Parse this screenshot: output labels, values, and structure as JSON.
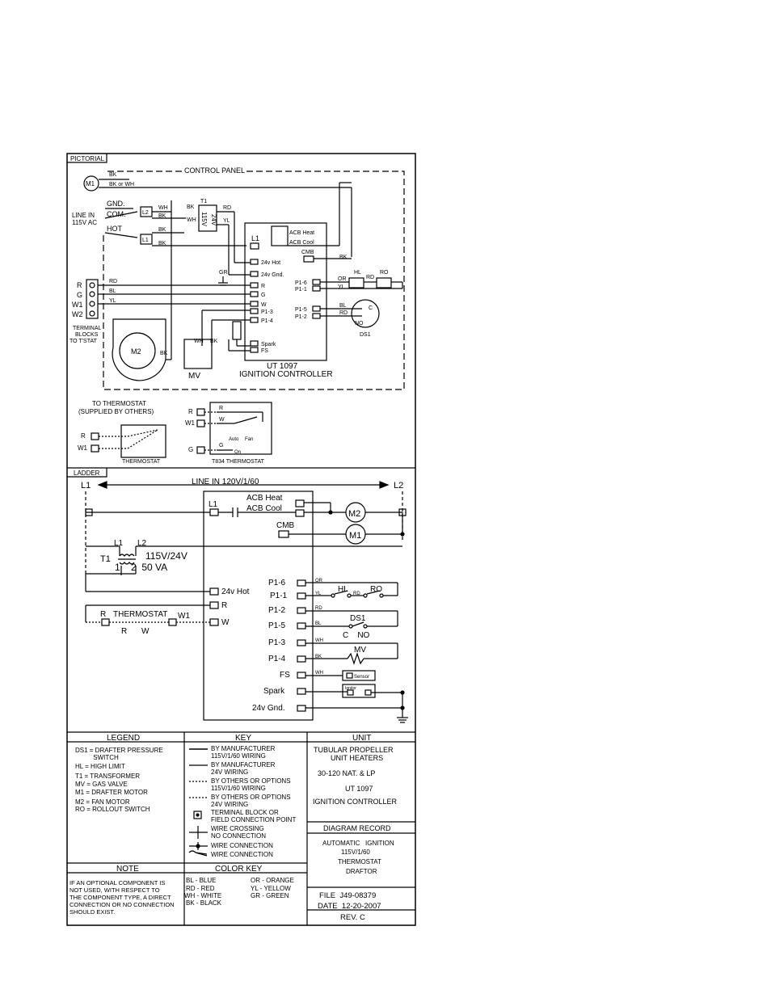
{
  "pictorial": {
    "section_label": "PICTORIAL",
    "control_panel": "CONTROL PANEL",
    "m1": "M1",
    "wire_bk": "BK",
    "wire_bk_or_wh": "BK or WH",
    "wire_wh": "WH",
    "wire_rd": "RD",
    "wire_yl": "YL",
    "wire_bl": "BL",
    "wire_or": "OR",
    "wire_gr": "GR",
    "gnd": "GND.",
    "com": "COM.",
    "hot": "HOT",
    "line_in_1": "LINE IN",
    "line_in_2": "115V AC",
    "l2": "L2",
    "l1": "L1",
    "t1": "T1",
    "v24": "24V",
    "v115": "115V",
    "tb_r": "R",
    "tb_g": "G",
    "tb_w1": "W1",
    "tb_w2": "W2",
    "terminal_1": "TERMINAL",
    "terminal_2": "BLOCKS",
    "terminal_3": "TO T'STAT",
    "m2": "M2",
    "mv": "MV",
    "ctrl_l1": "L1",
    "acb_heat": "ACB Heat",
    "acb_cool": "ACB Cool",
    "cmb": "CMB",
    "hot24": "24v Hot",
    "gnd24": "24v Gnd.",
    "pin_r": "R",
    "pin_g": "G",
    "pin_w": "W",
    "pin_p13": "P1-3",
    "pin_p14": "P1-4",
    "pin_spark": "Spark",
    "pin_fs": "FS",
    "pin_p16": "P1-6",
    "pin_p11": "P1-1",
    "pin_p15": "P1-5",
    "pin_p12": "P1-2",
    "hl": "HL",
    "ro": "RO",
    "ds1": "DS1",
    "c": "C",
    "no": "NO",
    "ut_title": "UT 1097",
    "ut_sub": "IGNITION CONTROLLER",
    "to_thermostat_1": "TO THERMOSTAT",
    "to_thermostat_2": "(SUPPLIED BY OTHERS)",
    "th_r": "R",
    "th_w1": "W1",
    "thermostat": "THERMOSTAT",
    "t834_r": "R",
    "t834_w1": "W1",
    "t834_g": "G",
    "t834_w": "W",
    "t834_auto": "Auto",
    "t834_fan": "Fan",
    "t834_on": "On",
    "t834_g2": "G",
    "t834": "T834 THERMOSTAT"
  },
  "ladder": {
    "section_label": "LADDER",
    "l1": "L1",
    "l2": "L2",
    "line_in": "LINE IN 120V/1/60",
    "ctrl_l1": "L1",
    "acb_heat": "ACB Heat",
    "acb_cool": "ACB Cool",
    "cmb": "CMB",
    "m2": "M2",
    "m1": "M1",
    "t_l1": "L1",
    "t_l2": "L2",
    "t1": "T1",
    "t_rating": "115V/24V",
    "t_pins": "1    2  50 VA",
    "hot24": "24v Hot",
    "r": "R",
    "w": "W",
    "th_r": "R",
    "th_label": "THERMOSTAT",
    "th_w1": "W1",
    "th_r2": "R",
    "th_w2": "W",
    "p16": "P1-6",
    "p11": "P1-1",
    "p12": "P1-2",
    "p15": "P1-5",
    "p13": "P1-3",
    "p14": "P1-4",
    "fs": "FS",
    "spark": "Spark",
    "gnd24": "24v Gnd.",
    "w_or": "OR",
    "w_yl": "YL",
    "w_rd": "RD",
    "w_rd2": "RD",
    "w_bl": "BL",
    "w_wh": "WH",
    "w_bk": "BK",
    "w_wh2": "WH",
    "hl": "HL",
    "ro": "RO",
    "ds1": "DS1",
    "c_no": "C    NO",
    "mv": "MV",
    "sensor": "Sensor",
    "ignitor": "Ignitor"
  },
  "legend": {
    "title": "LEGEND",
    "items": [
      "DS1 = DRAFTER PRESSURE",
      "          SWITCH",
      "HL = HIGH LIMIT",
      "T1 = TRANSFORMER",
      "MV = GAS VALVE",
      "M1 = DRAFTER MOTOR",
      "M2 = FAN MOTOR",
      "RO = ROLLOUT SWITCH"
    ]
  },
  "key": {
    "title": "KEY",
    "items": [
      [
        "BY MANUFACTURER",
        "115V/1/60 WIRING"
      ],
      [
        "BY MANUFACTURER",
        "24V WIRING"
      ],
      [
        "BY OTHERS OR OPTIONS",
        "115V/1/60 WIRING"
      ],
      [
        "BY OTHERS OR OPTIONS",
        "24V WIRING"
      ],
      [
        "TERMINAL BLOCK OR",
        "FIELD CONNECTION POINT"
      ],
      [
        "WIRE CROSSING",
        "NO CONNECTION"
      ],
      [
        "WIRE CONNECTION"
      ],
      [
        "WIRE CONNECTION"
      ]
    ]
  },
  "unit": {
    "title": "UNIT",
    "line1": "TUBULAR PROPELLER",
    "line2": "UNIT HEATERS",
    "line3": "30-120 NAT. & LP",
    "line4": "UT 1097",
    "line5": "IGNITION CONTROLLER"
  },
  "record": {
    "title": "DIAGRAM RECORD",
    "line1": "AUTOMATIC   IGNITION",
    "line2": "115V/1/60",
    "line3": "THERMOSTAT",
    "line4": "DRAFTOR"
  },
  "note": {
    "title": "NOTE",
    "lines": [
      "IF AN OPTIONAL COMPONENT IS",
      "NOT USED, WITH RESPECT TO",
      "THE COMPONENT TYPE, A DIRECT",
      "CONNECTION OR NO CONNECTION",
      "SHOULD EXIST."
    ]
  },
  "color_key": {
    "title": "COLOR KEY",
    "left": [
      "BL - BLUE",
      "RD - RED",
      "WH - WHITE",
      "BK - BLACK"
    ],
    "right": [
      "OR - ORANGE",
      "YL - YELLOW",
      "GR - GREEN"
    ]
  },
  "file": {
    "file": "FILE  J49-08379",
    "date": "DATE  12-20-2007",
    "rev": "REV. C"
  }
}
